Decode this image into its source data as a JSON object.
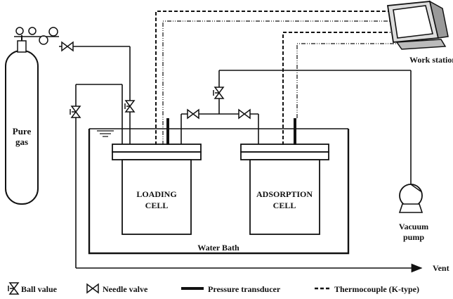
{
  "labels": {
    "pure_gas_1": "Pure",
    "pure_gas_2": "gas",
    "work_station": "Work station",
    "loading_1": "LOADING",
    "loading_2": "CELL",
    "adsorption_1": "ADSORPTION",
    "adsorption_2": "CELL",
    "water_bath": "Water Bath",
    "vacuum_1": "Vacuum",
    "vacuum_2": "pump",
    "vent": "Vent"
  },
  "legend": {
    "ball_value": "Ball value",
    "needle_valve": "Needle valve",
    "pressure_transducer": "Pressure transducer",
    "thermocouple": "Thermocouple (K-type)"
  }
}
